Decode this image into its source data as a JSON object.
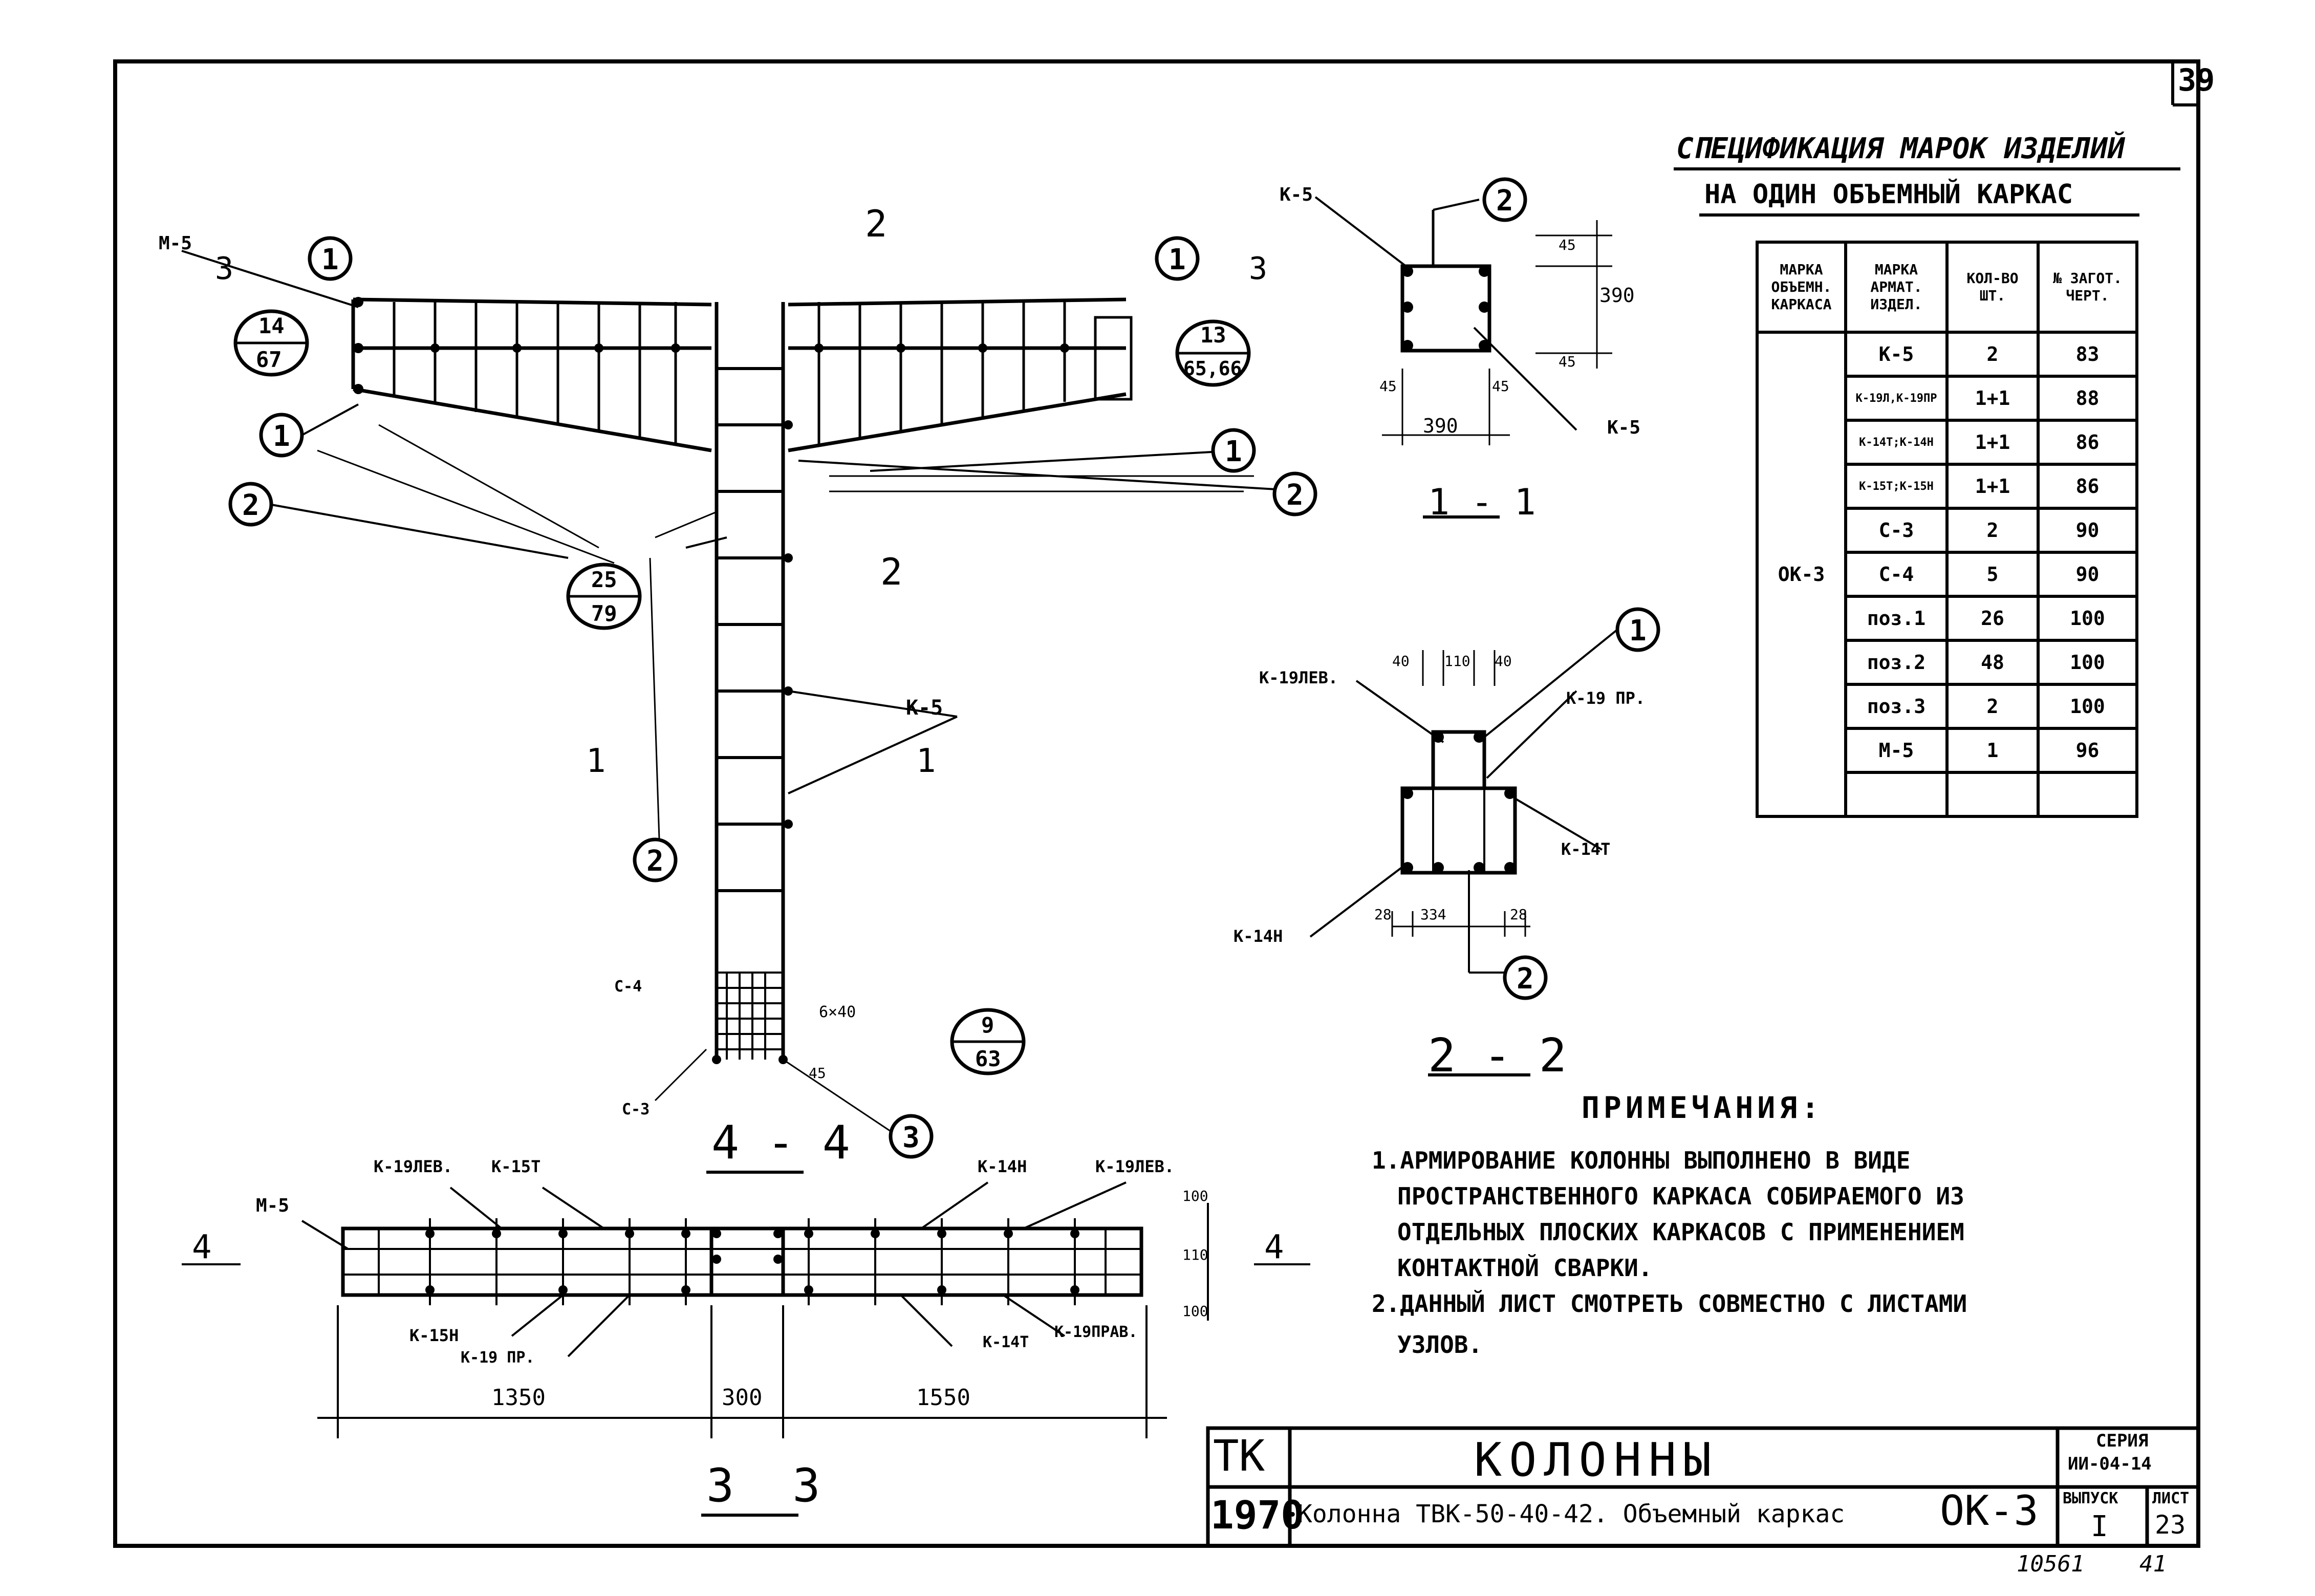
{
  "sheet": {
    "page_number": "39",
    "footer_left": "10561",
    "footer_right": "41"
  },
  "spec": {
    "title_line1": "СПЕЦИФИКАЦИЯ МАРОК ИЗДЕЛИЙ",
    "title_line2": "НА ОДИН ОБЪЕМНЫЙ КАРКАС",
    "headers": [
      "МАРКА ОБЪЕМН. КАРКАСА",
      "МАРКА АРМАТ. ИЗДЕЛ.",
      "КОЛ-ВО ШТ.",
      "№ ЗАГОТ. ЧЕРТ."
    ],
    "frame_mark": "ОК-3",
    "rows": [
      {
        "mark": "К-5",
        "qty": "2",
        "drawing": "83"
      },
      {
        "mark": "К-19Л,К-19ПР",
        "qty": "1+1",
        "drawing": "88"
      },
      {
        "mark": "К-14Т;К-14Н",
        "qty": "1+1",
        "drawing": "86"
      },
      {
        "mark": "К-15Т;К-15Н",
        "qty": "1+1",
        "drawing": "86"
      },
      {
        "mark": "С-3",
        "qty": "2",
        "drawing": "90"
      },
      {
        "mark": "С-4",
        "qty": "5",
        "drawing": "90"
      },
      {
        "mark": "поз.1",
        "qty": "26",
        "drawing": "100"
      },
      {
        "mark": "поз.2",
        "qty": "48",
        "drawing": "100"
      },
      {
        "mark": "поз.3",
        "qty": "2",
        "drawing": "100"
      },
      {
        "mark": "М-5",
        "qty": "1",
        "drawing": "96"
      },
      {
        "mark": "",
        "qty": "",
        "drawing": ""
      }
    ]
  },
  "notes": {
    "title": "ПРИМЕЧАНИЯ:",
    "line1": "1.АРМИРОВАНИЕ КОЛОННЫ ВЫПОЛНЕНО В ВИДЕ",
    "line2": "ПРОСТРАНСТВЕННОГО КАРКАСА СОБИРАЕМОГО ИЗ",
    "line3": "ОТДЕЛЬНЫХ ПЛОСКИХ КАРКАСОВ С ПРИМЕНЕНИЕМ",
    "line4": "КОНТАКТНОЙ СВАРКИ.",
    "line5": "2.ДАННЫЙ ЛИСТ СМОТРЕТЬ СОВМЕСТНО С ЛИСТАМИ",
    "line6": "УЗЛОВ."
  },
  "title_block": {
    "org": "ТК",
    "year": "1970",
    "title": "КОЛОННЫ",
    "subtitle": "Колонна ТВК-50-40-42. Объемный каркас",
    "mark": "ОК-3",
    "series_label": "СЕРИЯ",
    "series": "ИИ-04-14",
    "issue_label": "ВЫПУСК",
    "issue": "I",
    "sheet_label": "ЛИСТ",
    "sheet": "23"
  },
  "views": {
    "section_4_4": "4 - 4",
    "section_3_3": "3 3",
    "section_1_1": "1 - 1",
    "section_2_2": "2 - 2"
  },
  "labels": {
    "m5": "М-5",
    "k5": "К-5",
    "k19lev": "К-19ЛЕВ.",
    "k19pr": "К-19 ПР.",
    "k19prav": "К-19ПРАВ.",
    "k15t": "К-15Т",
    "k15n": "К-15Н",
    "k14n": "К-14Н",
    "k14t": "К-14Т",
    "c4": "С-4",
    "c3": "С-3",
    "n1": "1",
    "n2": "2",
    "n3": "3",
    "mark_3": "3",
    "mark_4": "4",
    "mark_1": "1",
    "mark_2": "2",
    "ref_14_67_top": "14",
    "ref_14_67_bot": "67",
    "ref_13_top": "13",
    "ref_13_bot": "65,66",
    "ref_25_top": "25",
    "ref_25_bot": "79",
    "ref_9_top": "9",
    "ref_9_bot": "63"
  },
  "dims": {
    "d390": "390",
    "d45": "45",
    "d40": "40",
    "d110": "110",
    "d28": "28",
    "d334": "334",
    "d1350": "1350",
    "d300": "300",
    "d1550": "1550",
    "d100": "100",
    "d6x40": "6×40"
  }
}
